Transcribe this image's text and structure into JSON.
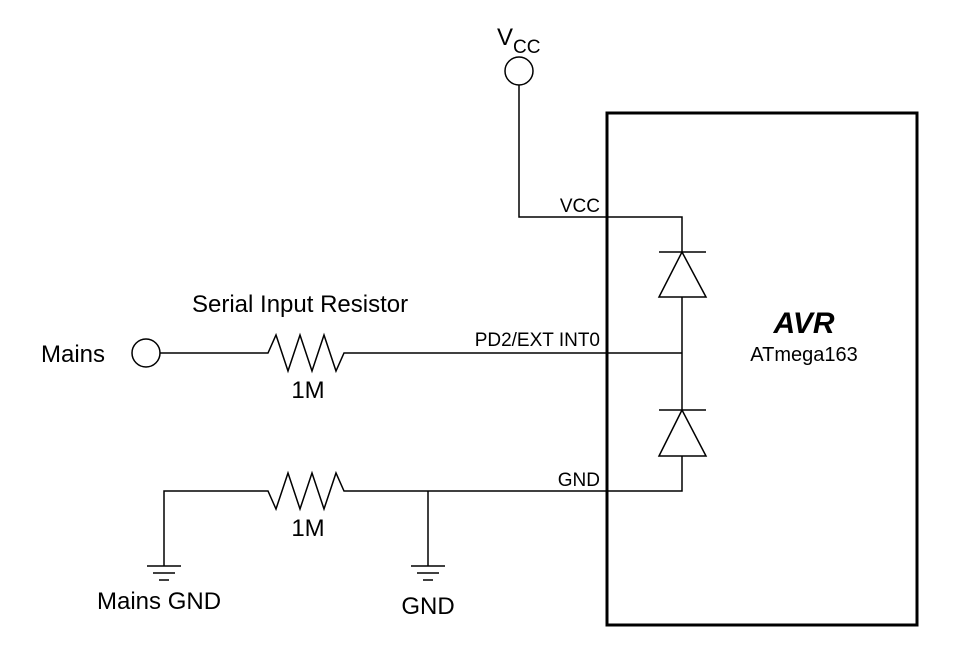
{
  "supply": {
    "label_main": "V",
    "label_sub": "CC"
  },
  "pins": {
    "vcc": "VCC",
    "pd2": "PD2/EXT INT0",
    "gnd": "GND"
  },
  "chip": {
    "name": "AVR",
    "model": "ATmega163"
  },
  "mains": {
    "label": "Mains"
  },
  "resistor_top": {
    "title": "Serial Input Resistor",
    "value": "1M"
  },
  "resistor_bottom": {
    "value": "1M"
  },
  "grounds": {
    "mains_gnd": "Mains GND",
    "gnd": "GND"
  }
}
